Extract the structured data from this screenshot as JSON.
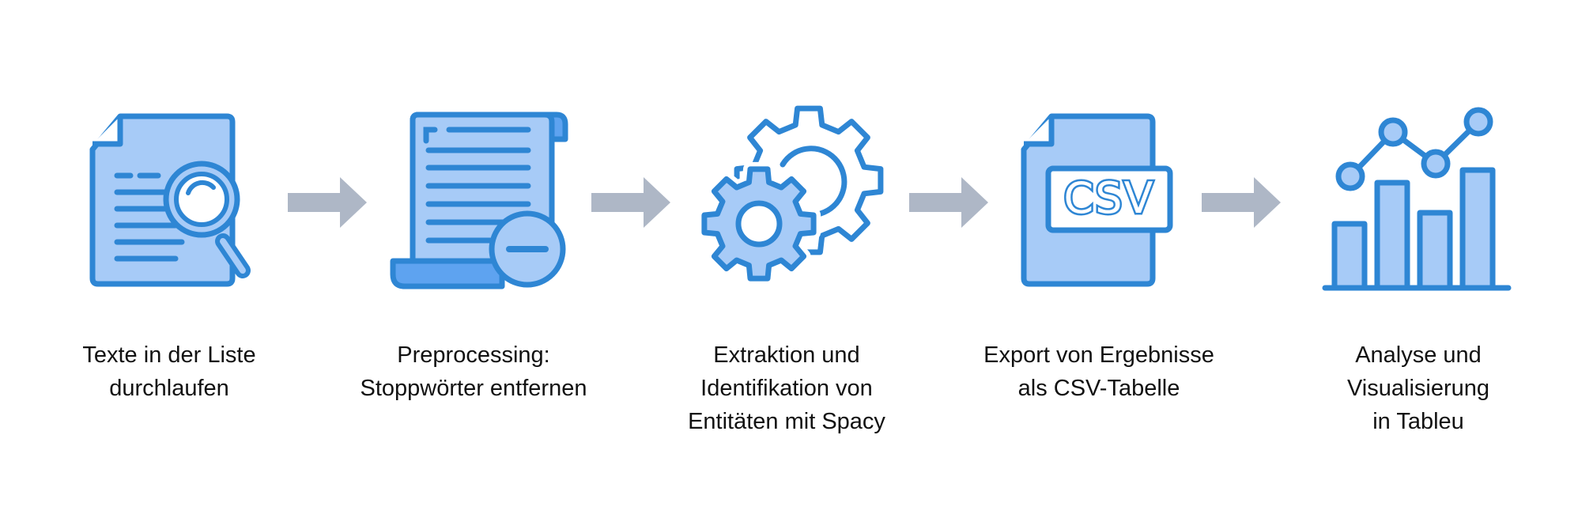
{
  "colors": {
    "stroke": "#2E86D4",
    "fill_light": "#A7CBF7",
    "fill_mid": "#5EA3F0",
    "arrow": "#AEB7C6",
    "text": "#111111"
  },
  "steps": [
    {
      "icon": "document-search-icon",
      "label_lines": [
        "Texte in der Liste",
        "durchlaufen"
      ]
    },
    {
      "icon": "scroll-remove-icon",
      "label_lines": [
        "Preprocessing:",
        "Stoppwörter entfernen"
      ]
    },
    {
      "icon": "gears-icon",
      "label_lines": [
        "Extraktion und",
        "Identifikation von",
        "Entitäten mit Spacy"
      ]
    },
    {
      "icon": "csv-file-icon",
      "label_lines": [
        "Export von Ergebnisse",
        "als CSV-Tabelle"
      ]
    },
    {
      "icon": "bar-line-chart-icon",
      "label_lines": [
        "Analyse und",
        "Visualisierung",
        "in Tableu"
      ]
    }
  ],
  "csv_icon_text": "CSV"
}
